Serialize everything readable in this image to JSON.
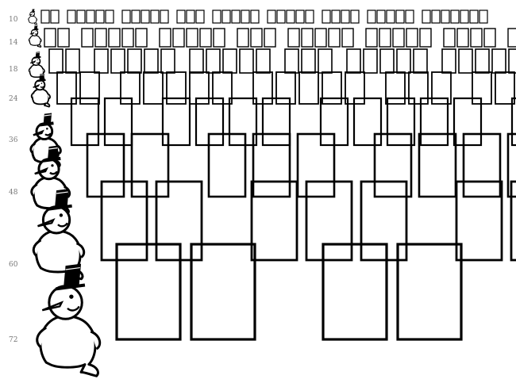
{
  "specimen": {
    "sizes": [
      "10",
      "14",
      "18",
      "24",
      "36",
      "48",
      "60",
      "72"
    ],
    "glyph_style": "notdef-box",
    "ink_color": "#000000",
    "label_color": "#777777",
    "icons": [
      "snowman-icon"
    ]
  }
}
